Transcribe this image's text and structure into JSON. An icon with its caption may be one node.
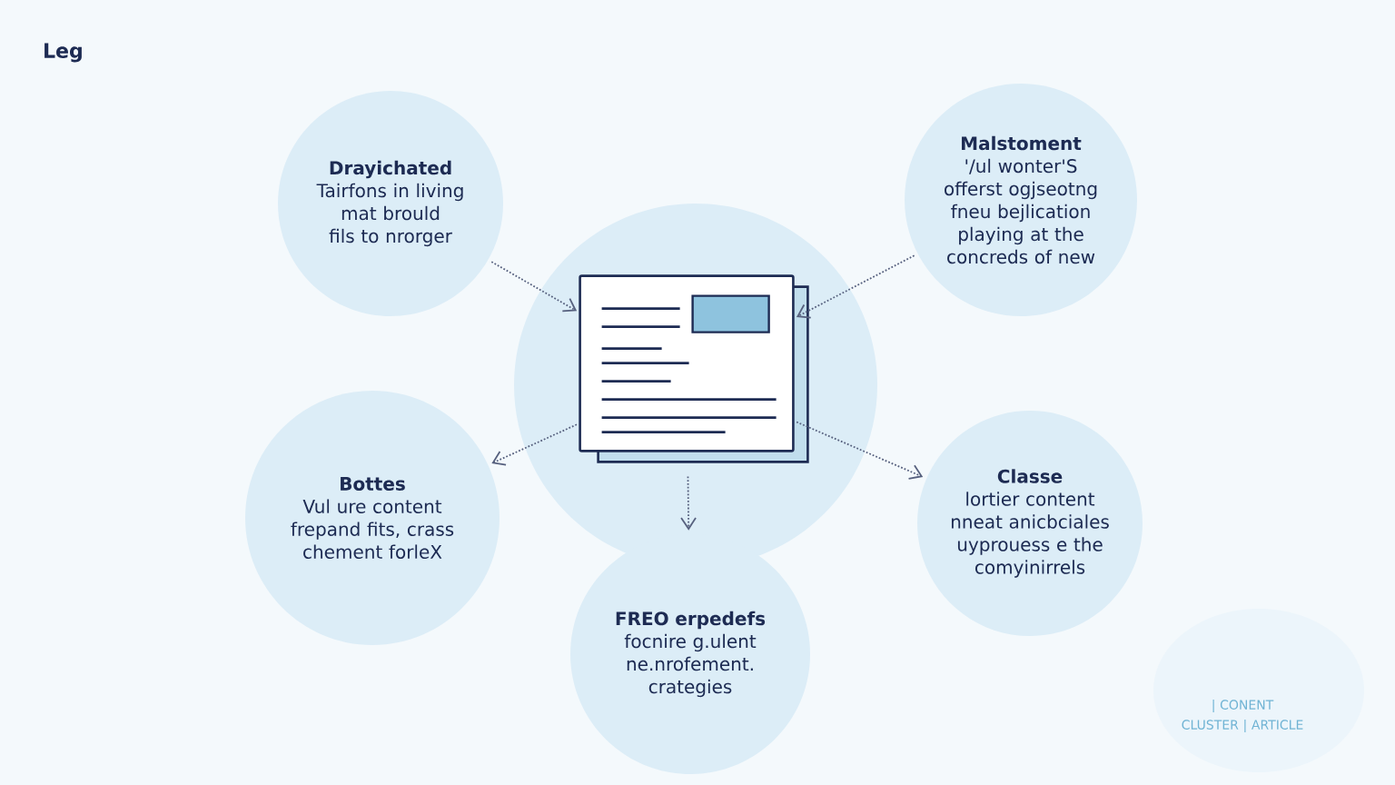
{
  "diagram": {
    "nodes": [
      {
        "text": [],
        "shape": "picture"
      },
      {
        "text": [
          "Drayichated",
          "Tairfons in living mat brould fils to nrorger"
        ]
      },
      {
        "text": [
          "Malstoment",
          "'/ul wonter'S offerst ogjseotng fneu bejlication playing at the concreds of new"
        ]
      },
      {
        "text": [
          "Bottes",
          "Vul ure content frepand fits, crass chement forleX"
        ]
      },
      {
        "text": [
          "FREO erpedefs",
          "focnire g.ulent ne.nrofement. crategies"
        ]
      },
      {
        "text": [
          "Classe",
          "lortier content nneat anicbciales uyprouess e the comyinirrels"
        ]
      }
    ],
    "edges": [
      {
        "from": 1,
        "to": 0,
        "arrow": "to",
        "style": "dashed"
      },
      {
        "from": 2,
        "to": 0,
        "arrow": "to",
        "style": "dashed"
      },
      {
        "from": 0,
        "to": 3,
        "arrow": "to",
        "style": "dashed"
      },
      {
        "from": 0,
        "to": 4,
        "arrow": "to",
        "style": "dashed"
      },
      {
        "from": 0,
        "to": 5,
        "arrow": "to",
        "style": "dashed"
      }
    ],
    "labels": [
      "Leg",
      "| CONENT CLUSTER | ARTICLE"
    ]
  }
}
